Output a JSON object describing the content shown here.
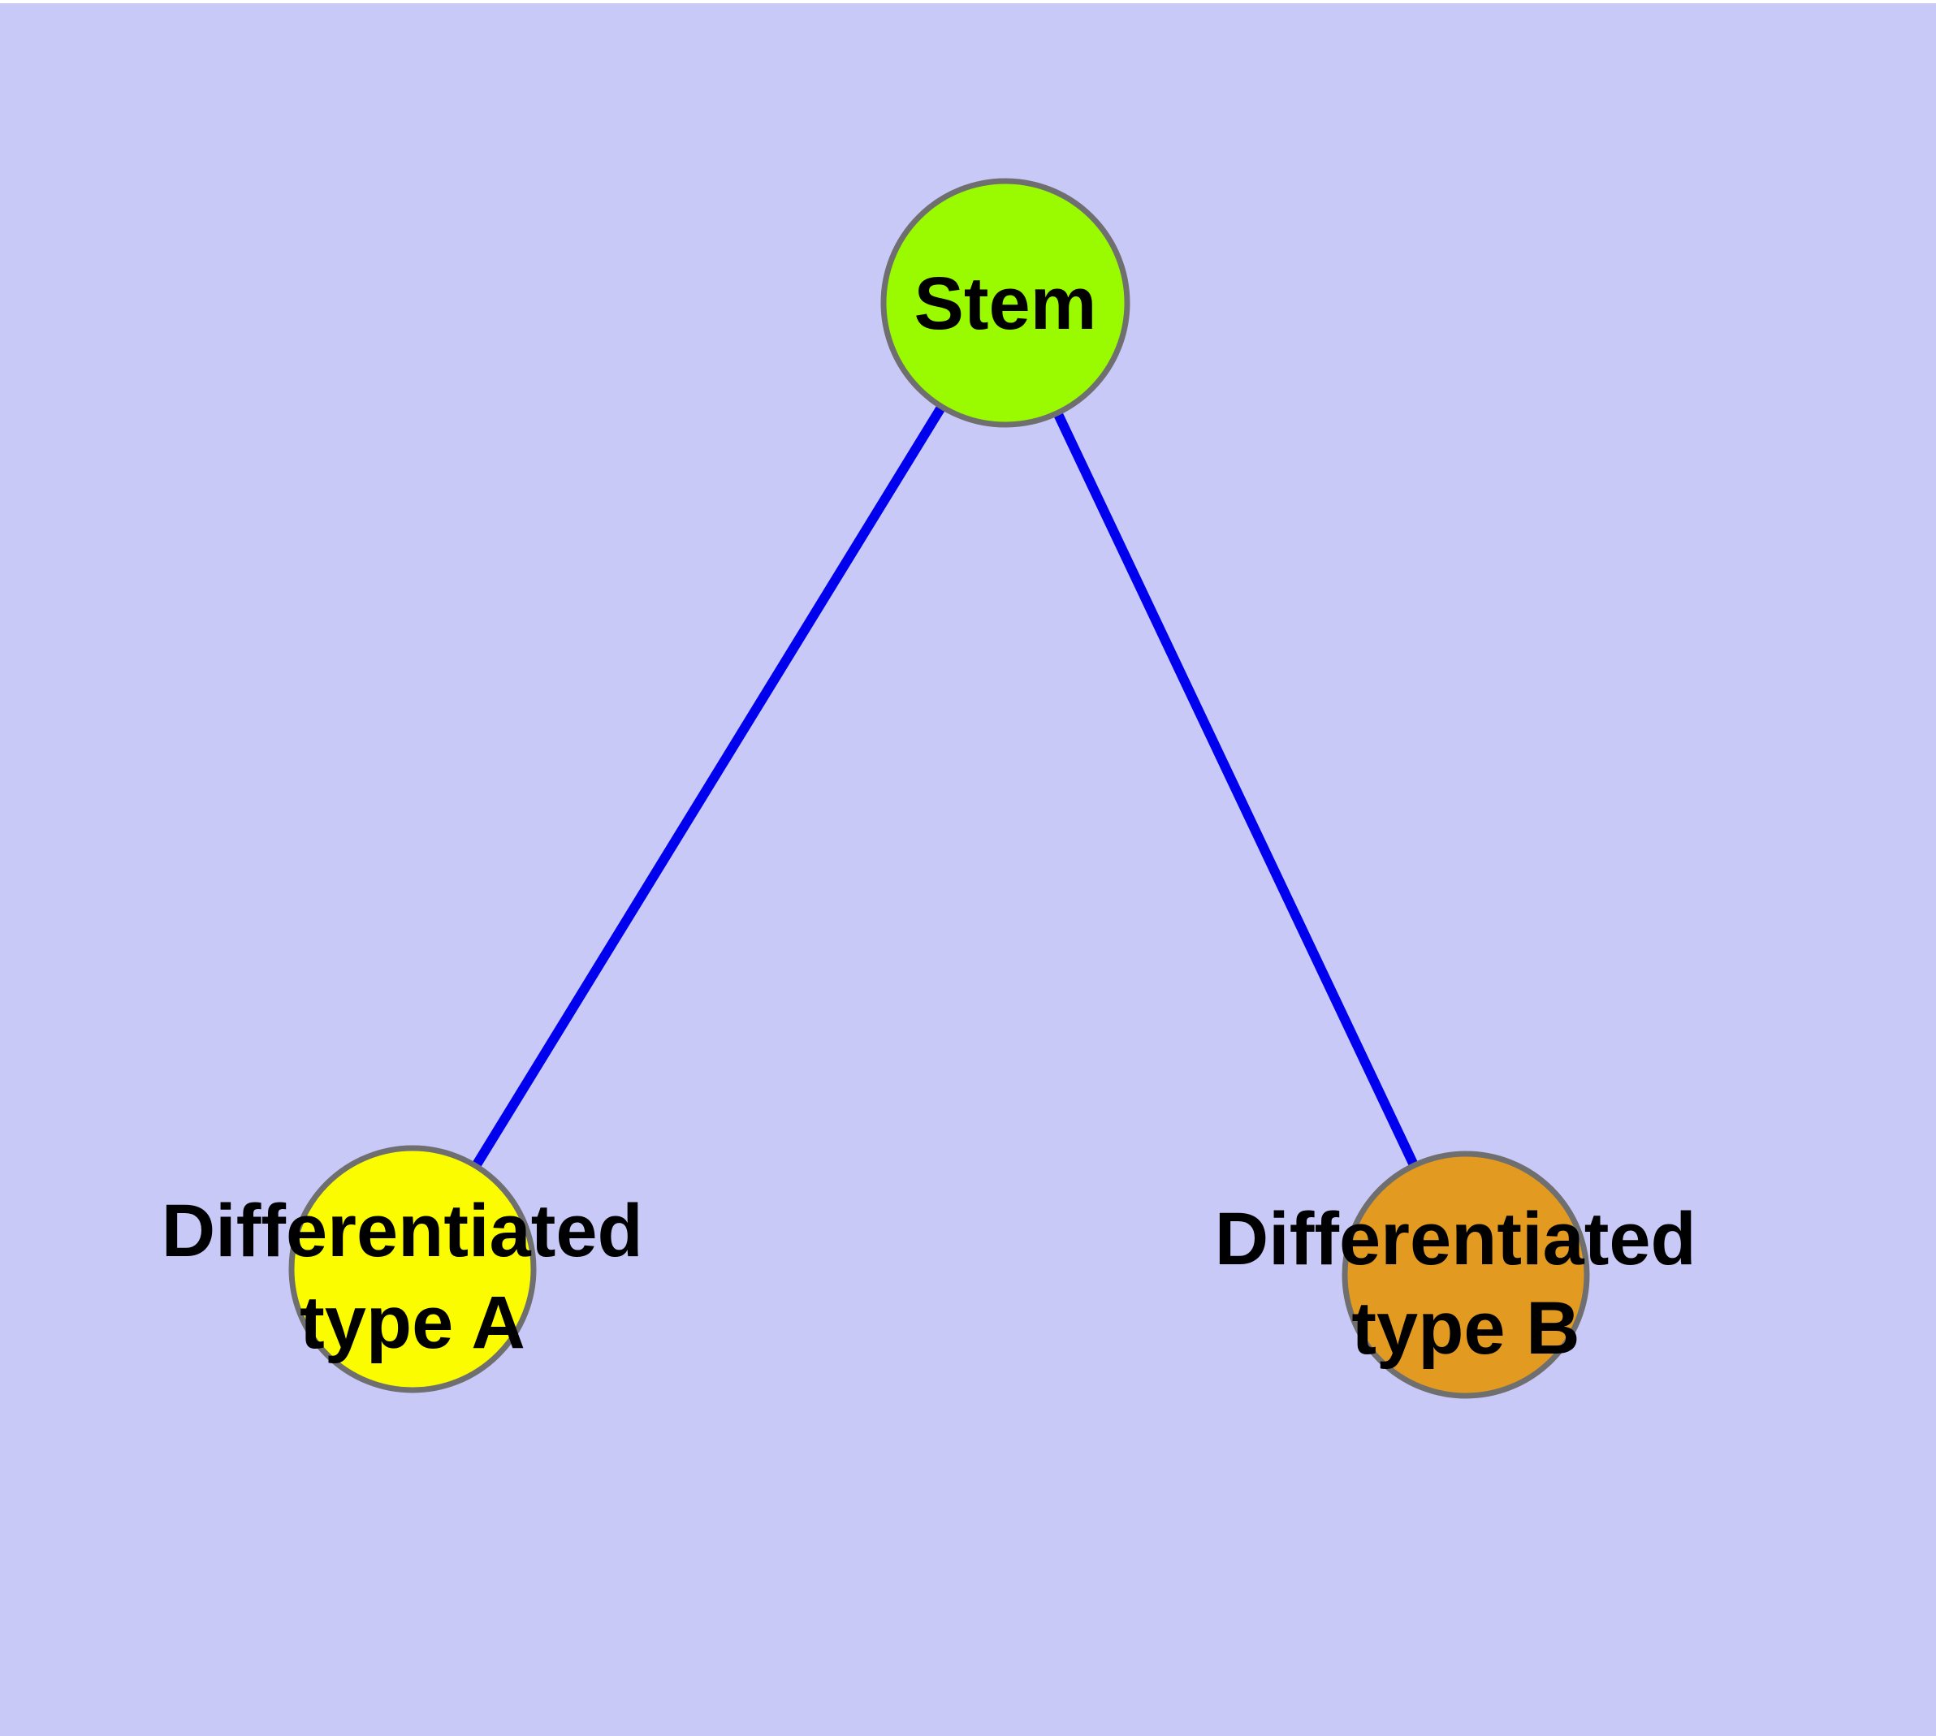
{
  "diagram": {
    "type": "graph",
    "background_color": "#C9C9F8",
    "edge_color": "#0000EE",
    "edge_width": 12,
    "node_border_color": "#6F6F6F",
    "node_border_width": 7,
    "label_color": "#000000",
    "nodes": [
      {
        "id": "stem",
        "label": "Stem",
        "lines": [
          "Stem"
        ],
        "fill": "#9AFA00"
      },
      {
        "id": "differentiated-type-a",
        "label": "Differentiated type A",
        "lines": [
          "Differentiated",
          "type A"
        ],
        "fill": "#FCFC00"
      },
      {
        "id": "differentiated-type-b",
        "label": "Differentiated type B",
        "lines": [
          "Differentiated",
          "type B"
        ],
        "fill": "#E29A20"
      }
    ],
    "edges": [
      {
        "from": "Stem",
        "to": "Differentiated type A"
      },
      {
        "from": "Stem",
        "to": "Differentiated type B"
      }
    ]
  }
}
